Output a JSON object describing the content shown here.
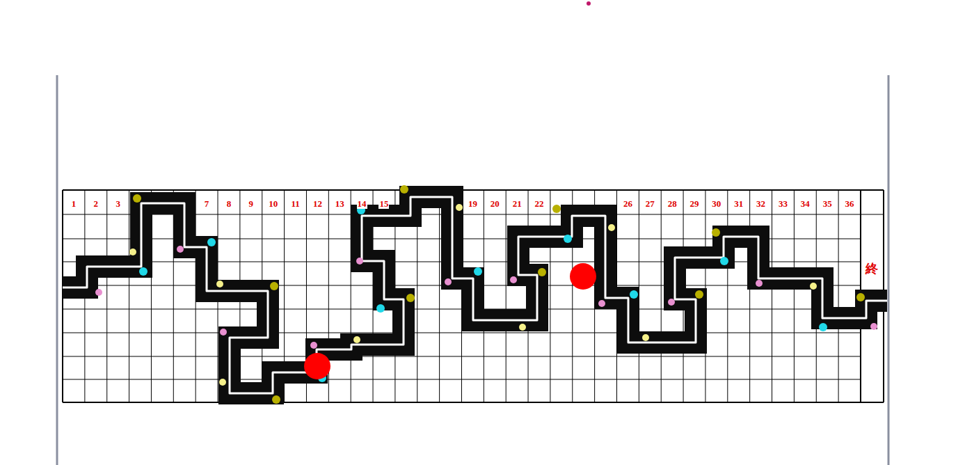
{
  "diagram": {
    "labels": [
      "1",
      "2",
      "3",
      "7",
      "8",
      "9",
      "10",
      "11",
      "12",
      "13",
      "14",
      "15",
      "19",
      "20",
      "21",
      "22",
      "26",
      "27",
      "28",
      "29",
      "30",
      "31",
      "32",
      "33",
      "34",
      "35",
      "36",
      "終"
    ]
  }
}
